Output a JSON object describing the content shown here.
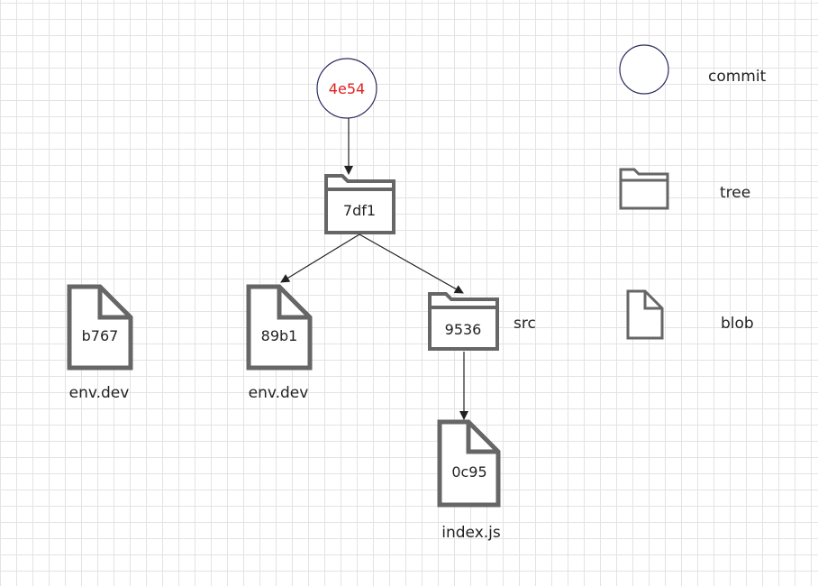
{
  "colors": {
    "shape_stroke": "#666666",
    "commit_stroke": "#2b2b5f",
    "commit_text": "#e02020",
    "edge": "#222222"
  },
  "nodes": {
    "commit": {
      "id": "4e54"
    },
    "root_tree": {
      "id": "7df1"
    },
    "src_tree": {
      "id": "9536",
      "caption": "src"
    },
    "blob_env_old": {
      "id": "b767",
      "caption": "env.dev"
    },
    "blob_env": {
      "id": "89b1",
      "caption": "env.dev"
    },
    "blob_index": {
      "id": "0c95",
      "caption": "index.js"
    }
  },
  "legend": {
    "commit": "commit",
    "tree": "tree",
    "blob": "blob"
  }
}
